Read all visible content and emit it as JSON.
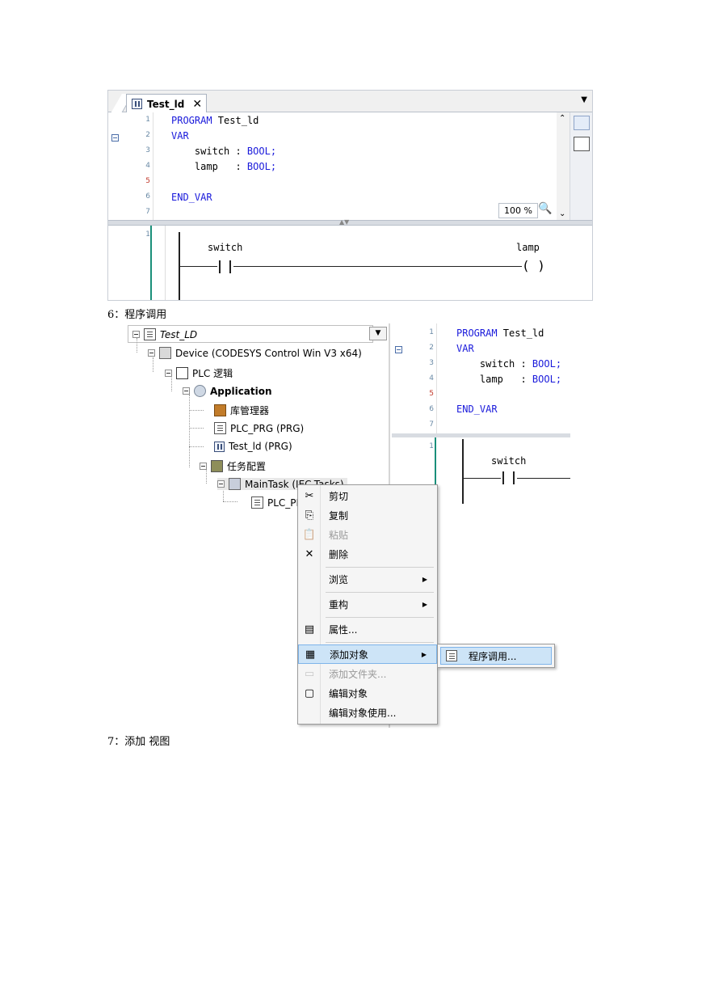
{
  "editor": {
    "tab_title": "Test_ld",
    "tab_close": "✕",
    "line_numbers": [
      "1",
      "2",
      "3",
      "4",
      "5",
      "6",
      "7"
    ],
    "code_lines": [
      {
        "kw": "PROGRAM",
        "rest": " Test_ld"
      },
      {
        "kw": "VAR",
        "rest": ""
      },
      {
        "kw": "",
        "rest": "    switch : ",
        "type": "BOOL;"
      },
      {
        "kw": "",
        "rest": "    lamp   : ",
        "type": "BOOL;"
      },
      {
        "kw": "",
        "rest": ""
      },
      {
        "kw": "END_VAR",
        "rest": ""
      },
      {
        "kw": "",
        "rest": ""
      }
    ],
    "zoom": "100 %",
    "ladder_network": "1",
    "contact_label": "switch",
    "coil_label": "lamp"
  },
  "caption6": "6：程序调用",
  "caption7": "7：添加  视图",
  "tree": {
    "items": [
      {
        "label": "Test_LD",
        "italic": true
      },
      {
        "label": "Device (CODESYS Control Win V3 x64)"
      },
      {
        "label": "PLC 逻辑"
      },
      {
        "label": "Application",
        "bold": true
      },
      {
        "label": "库管理器"
      },
      {
        "label": "PLC_PRG (PRG)"
      },
      {
        "label": "Test_ld (PRG)"
      },
      {
        "label": "任务配置"
      },
      {
        "label": "MainTask (IEC-Tasks)"
      },
      {
        "label": "PLC_PRG"
      }
    ]
  },
  "decl2": {
    "line_numbers": [
      "1",
      "2",
      "3",
      "4",
      "5",
      "6",
      "7"
    ],
    "program": "PROGRAM",
    "program_name": " Test_ld",
    "var": "VAR",
    "switch_line": "    switch : ",
    "lamp_line": "    lamp   : ",
    "bool": "BOOL;",
    "end_var": "END_VAR",
    "network": "1",
    "contact_label": "switch"
  },
  "context_menu": {
    "items": [
      {
        "label": "剪切",
        "icon": "cut-icon",
        "glyph": "✂"
      },
      {
        "label": "复制",
        "icon": "copy-icon",
        "glyph": "⎘"
      },
      {
        "label": "粘贴",
        "icon": "paste-icon",
        "glyph": "📋",
        "disabled": true
      },
      {
        "label": "删除",
        "icon": "delete-icon",
        "glyph": "✕"
      },
      {
        "label": "浏览",
        "submenu": true
      },
      {
        "label": "重构",
        "submenu": true
      },
      {
        "label": "属性...",
        "icon": "properties-icon",
        "glyph": "▤"
      },
      {
        "label": "添加对象",
        "icon": "add-object-icon",
        "glyph": "▦",
        "submenu": true,
        "selected": true
      },
      {
        "label": "添加文件夹...",
        "icon": "folder-icon",
        "glyph": "▭",
        "disabled": true
      },
      {
        "label": "编辑对象",
        "icon": "edit-object-icon",
        "glyph": "▢"
      },
      {
        "label": "编辑对象使用..."
      }
    ],
    "submenu_item": "程序调用..."
  }
}
